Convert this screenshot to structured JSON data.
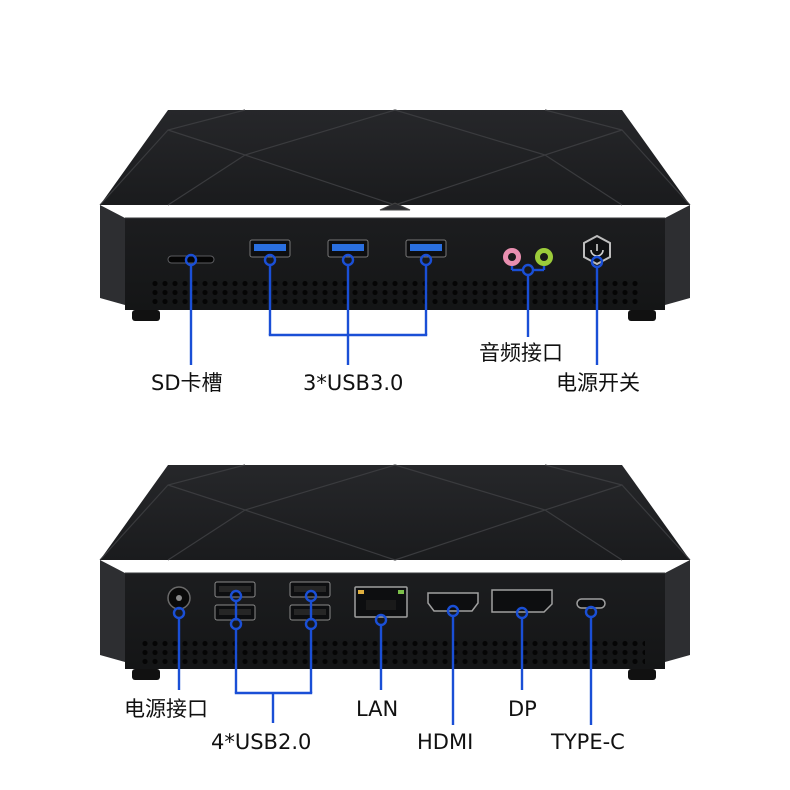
{
  "front_view": {
    "labels": {
      "sd_slot": "SD卡槽",
      "usb3": "3*USB3.0",
      "audio": "音频接口",
      "power_switch": "电源开关"
    }
  },
  "rear_view": {
    "labels": {
      "power_port": "电源接口",
      "usb2": "4*USB2.0",
      "lan": "LAN",
      "hdmi": "HDMI",
      "dp": "DP",
      "typec": "TYPE-C"
    }
  },
  "colors": {
    "callout_line": "#1a4fd6",
    "usb3_port": "#2a6fe0",
    "audio_pink": "#e98fb0",
    "audio_green": "#9ccc3a",
    "case_body": "#1e1f21",
    "background": "#ffffff"
  }
}
